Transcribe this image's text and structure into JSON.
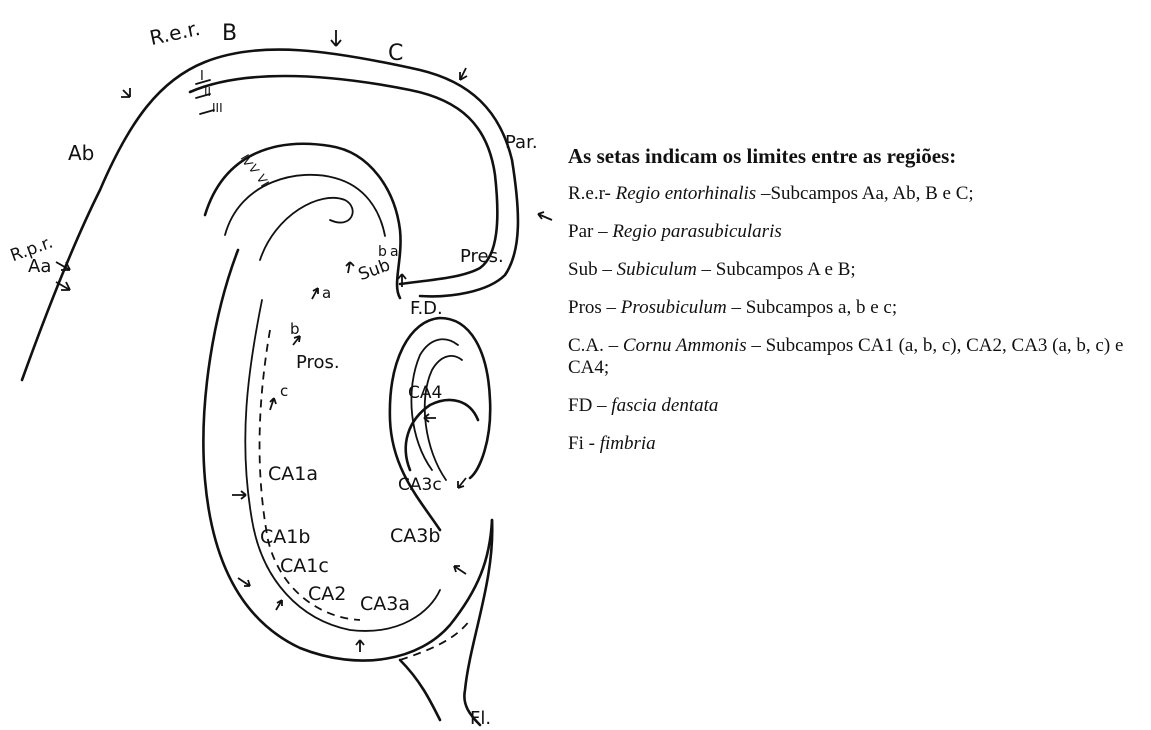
{
  "figure": {
    "labels": {
      "rer": "R.e.r.",
      "B": "B",
      "C": "C",
      "Ab": "Ab",
      "rpr": "R.p.r.",
      "Aa": "Aa",
      "par": "Par.",
      "pres": "Pres.",
      "sub": "Sub",
      "fd": "F.D.",
      "pros": "Pros.",
      "ca1a": "CA1a",
      "ca1b": "CA1b",
      "ca1c": "CA1c",
      "ca2": "CA2",
      "ca3a": "CA3a",
      "ca3b": "CA3b",
      "ca3c": "CA3c",
      "ca4": "CA4",
      "fi": "Fl.",
      "layer1": "I",
      "layer2": "II",
      "layer3": "III",
      "layer4": "IV",
      "layer5": "V",
      "layer6": "VI",
      "sub_a": "a",
      "sub_b": "b",
      "pros_a": "a",
      "pros_b": "b",
      "pros_c": "c"
    }
  },
  "legend": {
    "title": "As setas indicam os limites entre as regiões:",
    "rer": {
      "prefix": "R.e.r- ",
      "term": "Regio entorhinalis",
      "suffix": " –Subcampos Aa, Ab, B e C;"
    },
    "par": {
      "prefix": "Par – ",
      "term": "Regio parasubicularis",
      "suffix": ""
    },
    "sub": {
      "prefix": "Sub – ",
      "term": "Subiculum",
      "suffix": " – Subcampos A e B;"
    },
    "pros": {
      "prefix": "Pros – ",
      "term": "Prosubiculum",
      "suffix": " – Subcampos a, b e c;"
    },
    "ca": {
      "prefix": "C.A. – ",
      "term": "Cornu Ammonis",
      "suffix": " – Subcampos CA1 (a, b, c), CA2, CA3 (a, b, c) e CA4;"
    },
    "fd": {
      "prefix": "FD – ",
      "term": "fascia dentata",
      "suffix": ""
    },
    "fi": {
      "prefix": "Fi - ",
      "term": "fimbria",
      "suffix": ""
    }
  }
}
